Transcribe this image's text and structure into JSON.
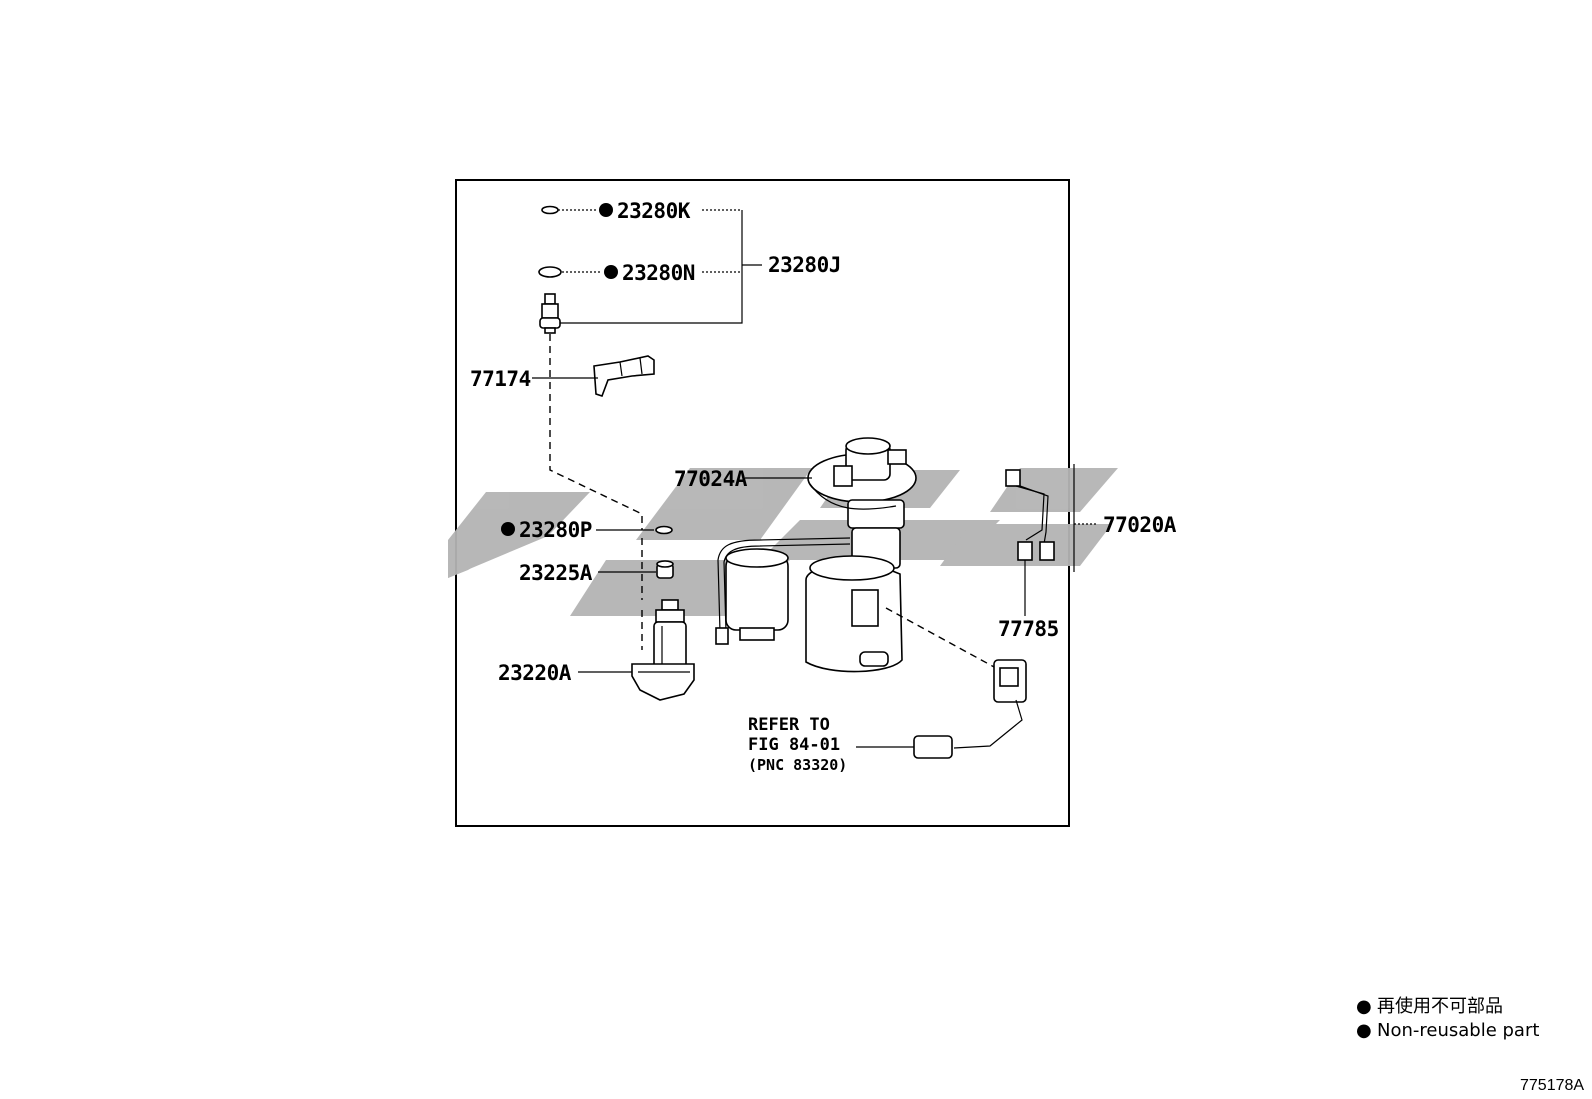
{
  "parts": {
    "p23280K": "23280K",
    "p23280N": "23280N",
    "p23280J": "23280J",
    "p77174": "77174",
    "p77024A": "77024A",
    "p77020A": "77020A",
    "p23280P": "23280P",
    "p23225A": "23225A",
    "p23220A": "23220A",
    "p77785": "77785"
  },
  "reference": {
    "line1": "REFER TO",
    "line2": "FIG 84-01",
    "line3": "(PNC 83320)"
  },
  "legend": {
    "bullet": "●",
    "line_zh": "再使用不可部品",
    "line_en": "Non-reusable part"
  },
  "figure_id": "775178A",
  "watermark": {
    "color": "#b4b4b4"
  },
  "icons": {
    "non_reusable_marker": "filled-circle-icon"
  }
}
